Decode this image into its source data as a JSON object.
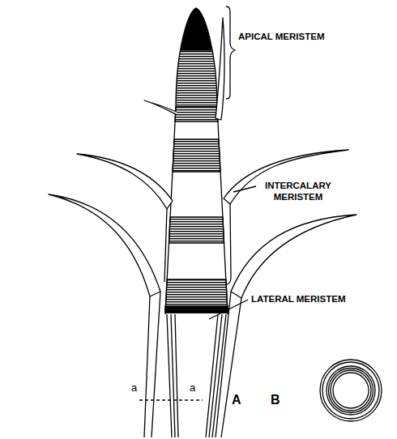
{
  "diagram": {
    "labels": [
      "APICAL MERISTEM",
      "INTERCALARY MERISTEM",
      "LATERAL MERISTEM",
      "a",
      "a",
      "A",
      "B"
    ]
  }
}
